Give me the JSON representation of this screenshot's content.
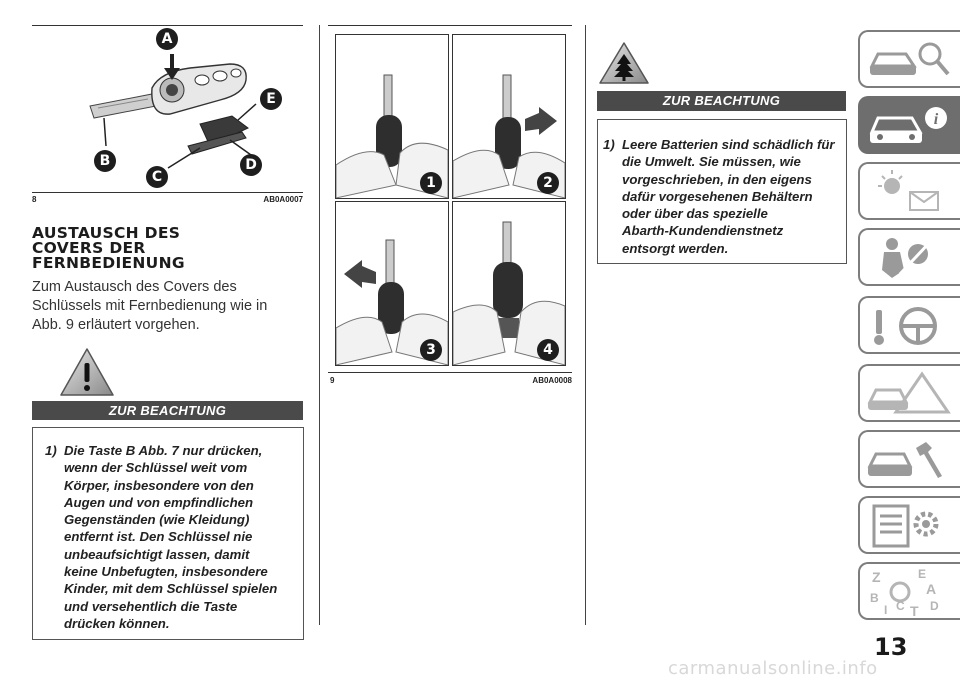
{
  "figure8": {
    "number": "8",
    "code": "AB0A0007",
    "callouts": [
      "A",
      "B",
      "C",
      "D",
      "E"
    ]
  },
  "section": {
    "heading_lines": [
      "AUSTAUSCH DES",
      "COVERS DER",
      "FERNBEDIENUNG"
    ],
    "body_lines": [
      "Zum Austausch des Covers des",
      "Schlüssels mit Fernbedienung wie in",
      "Abb. 9 erläutert vorgehen."
    ]
  },
  "warning_left": {
    "icon": "warning-triangle-icon",
    "title": "ZUR BEACHTUNG",
    "item_number": "1)",
    "item_lines": [
      "Die Taste B Abb. 7 nur drücken,",
      "wenn der Schlüssel weit vom",
      "Körper, insbesondere von den",
      "Augen und von empfindlichen",
      "Gegenständen (wie Kleidung)",
      "entfernt ist. Den Schlüssel nie",
      "unbeaufsichtigt lassen, damit",
      "keine Unbefugten, insbesondere",
      "Kinder, mit dem Schlüssel spielen",
      "und versehentlich die Taste",
      "drücken können."
    ]
  },
  "figure9": {
    "number": "9",
    "code": "AB0A0008",
    "steps": [
      "1",
      "2",
      "3",
      "4"
    ]
  },
  "warning_right": {
    "icon": "environment-tree-icon",
    "title": "ZUR BEACHTUNG",
    "item_number": "1)",
    "item_lines": [
      "Leere Batterien sind schädlich für",
      "die Umwelt. Sie müssen, wie",
      "vorgeschrieben, in den eigens",
      "dafür vorgesehenen Behältern",
      "oder über das spezielle",
      "Abarth-Kundendienstnetz",
      "entsorgt werden."
    ]
  },
  "side_tabs": [
    {
      "icon": "dashboard-car-icon",
      "active": false
    },
    {
      "icon": "car-info-icon",
      "active": true
    },
    {
      "icon": "warning-lights-icon",
      "active": false
    },
    {
      "icon": "safety-airbag-icon",
      "active": false
    },
    {
      "icon": "steering-start-icon",
      "active": false
    },
    {
      "icon": "emergency-triangle-icon",
      "active": false
    },
    {
      "icon": "maintenance-wrench-icon",
      "active": false
    },
    {
      "icon": "technical-data-icon",
      "active": false
    },
    {
      "icon": "index-letters-icon",
      "active": false
    }
  ],
  "page_number": "13",
  "watermark": "carmanualsonline.info"
}
